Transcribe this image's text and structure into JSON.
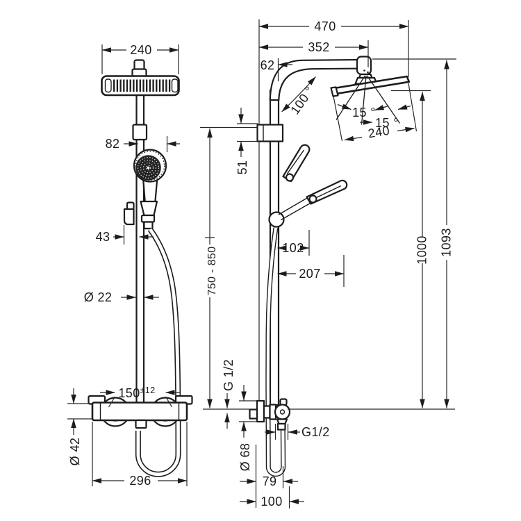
{
  "drawing": {
    "type": "technical-dimension-drawing",
    "subject": "shower-pipe-system-two-views",
    "colors": {
      "background": "#ffffff",
      "line": "#1c1c1c"
    },
    "dims": {
      "front_head_width": "240",
      "front_handshower_width": "82",
      "front_slider_depth": "43",
      "front_pipe_dia": "Ø 22",
      "front_conn": "150",
      "front_conn_tol": "±12",
      "front_valve_dia": "Ø 42",
      "front_valve_width": "296",
      "side_reach_total": "470",
      "side_reach_arm": "352",
      "side_wall_offset": "62",
      "side_arm_angle": "100 °",
      "side_bracket_height": "51",
      "side_spray_left": "15 °",
      "side_spray_right": "15 °",
      "side_head_depth": "240",
      "side_holder_offset": "102",
      "side_handshower_reach": "207",
      "side_riser_range": "750 - 850",
      "side_height_head": "1000",
      "side_height_total": "1093",
      "side_thread_supply": "G 1/2",
      "side_thread_hose": "G1/2",
      "side_escutcheon_dia": "Ø 68",
      "side_hose_depth": "79",
      "side_valve_depth": "100"
    }
  }
}
